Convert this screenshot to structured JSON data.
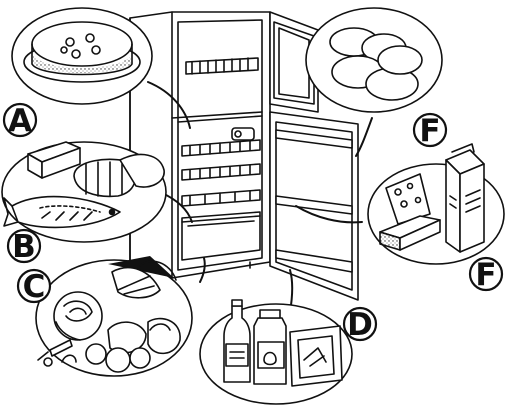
{
  "labels": {
    "a": "A",
    "b": "B",
    "c": "C",
    "d": "D",
    "f_top": "F",
    "f_bottom": "F"
  }
}
